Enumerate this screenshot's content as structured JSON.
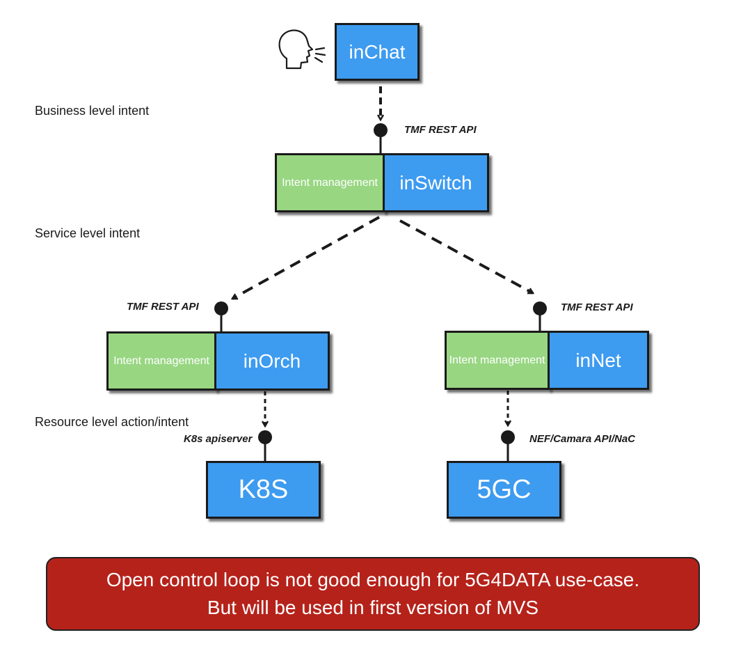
{
  "levels": {
    "business": "Business level intent",
    "service": "Service level intent",
    "resource": "Resource level action/intent"
  },
  "components": {
    "inchat": "inChat",
    "inswitch": "inSwitch",
    "inorch": "inOrch",
    "innet": "inNet",
    "k8s": "K8S",
    "fivegc": "5GC"
  },
  "intent_management": "Intent management",
  "interfaces": {
    "tmf_rest_api": "TMF REST API",
    "k8s_apiserver": "K8s apiserver",
    "nef_camara": "NEF/Camara API/NaC"
  },
  "banner": {
    "line1": "Open control loop is not good enough for 5G4DATA use-case.",
    "line2": "But will be used in first version of MVS"
  },
  "colors": {
    "component_blue": "#3d9bf0",
    "intent_green": "#98d682",
    "banner_red": "#b5221a"
  },
  "icons": [
    "speaking-head-icon"
  ]
}
